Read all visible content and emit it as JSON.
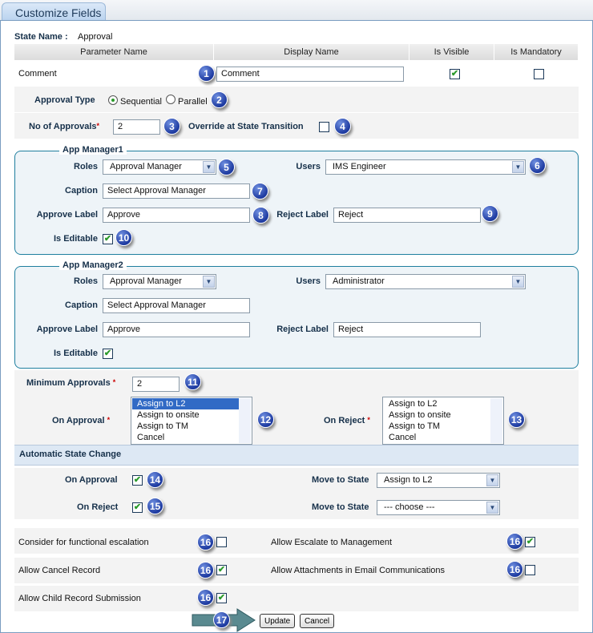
{
  "tab_title": "Customize Fields",
  "state_name_label": "State Name :",
  "state_name": "Approval",
  "columns": [
    "Parameter Name",
    "Display Name",
    "Is Visible",
    "Is Mandatory"
  ],
  "comment": {
    "param": "Comment",
    "display": "Comment",
    "visible": true,
    "mandatory": false
  },
  "approval_type": {
    "label": "Approval Type",
    "options": [
      "Sequential",
      "Parallel"
    ],
    "selected": "Sequential"
  },
  "no_of_approvals": {
    "label": "No of Approvals",
    "value": "2"
  },
  "override": {
    "label": "Override at State Transition",
    "checked": false
  },
  "managers": [
    {
      "legend": "App Manager1",
      "roles_label": "Roles",
      "roles": "Approval Manager",
      "users_label": "Users",
      "users": "IMS Engineer",
      "caption_label": "Caption",
      "caption": "Select Approval Manager",
      "approve_label": "Approve Label",
      "approve": "Approve",
      "reject_label": "Reject Label",
      "reject": "Reject",
      "editable_label": "Is Editable",
      "editable": true
    },
    {
      "legend": "App Manager2",
      "roles_label": "Roles",
      "roles": "Approval Manager",
      "users_label": "Users",
      "users": "Administrator",
      "caption_label": "Caption",
      "caption": "Select Approval Manager",
      "approve_label": "Approve Label",
      "approve": "Approve",
      "reject_label": "Reject Label",
      "reject": "Reject",
      "editable_label": "Is Editable",
      "editable": true
    }
  ],
  "min_approvals": {
    "label": "Minimum Approvals",
    "value": "2"
  },
  "on_approval": {
    "label": "On Approval",
    "items": [
      "Assign to L2",
      "Assign to onsite",
      "Assign to TM",
      "Cancel"
    ],
    "selected": "Assign to L2"
  },
  "on_reject": {
    "label": "On Reject",
    "items": [
      "Assign to L2",
      "Assign to onsite",
      "Assign to TM",
      "Cancel"
    ]
  },
  "auto_state": {
    "title": "Automatic State Change",
    "on_approval_label": "On Approval",
    "on_approval": true,
    "on_reject_label": "On Reject",
    "on_reject": true,
    "move_label": "Move to State",
    "move_approval": "Assign to L2",
    "move_reject": "--- choose ---"
  },
  "options": [
    {
      "label": "Consider for functional escalation",
      "checked": false
    },
    {
      "label": "Allow Escalate to Management",
      "checked": true
    },
    {
      "label": "Allow Cancel Record",
      "checked": true
    },
    {
      "label": "Allow Attachments in Email Communications",
      "checked": false
    },
    {
      "label": "Allow Child Record Submission",
      "checked": true
    }
  ],
  "buttons": {
    "update": "Update",
    "cancel": "Cancel"
  },
  "badges": [
    "1",
    "2",
    "3",
    "4",
    "5",
    "6",
    "7",
    "8",
    "9",
    "10",
    "11",
    "12",
    "13",
    "14",
    "15",
    "16",
    "17"
  ],
  "colors": {
    "badge": "#1d3aa0",
    "fieldset_border": "#1f7f9f",
    "header_bg": "#dde8f4"
  }
}
